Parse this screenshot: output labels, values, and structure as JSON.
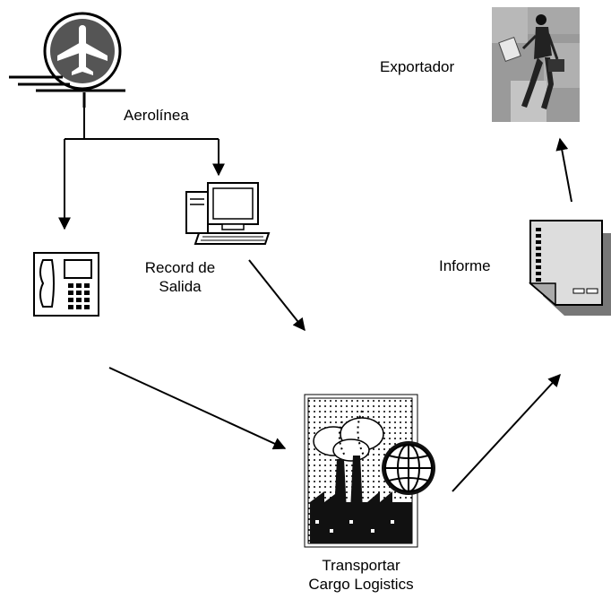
{
  "labels": {
    "airline": "Aerolínea",
    "exporter": "Exportador",
    "record_line1": "Record de",
    "record_line2": "Salida",
    "report": "Informe",
    "transport_line1": "Transportar",
    "transport_line2": "Cargo Logistics"
  },
  "icons": [
    "airplane-icon",
    "telephone-icon",
    "computer-icon",
    "factory-globe-icon",
    "report-document-icon",
    "businesswoman-icon"
  ],
  "colors": {
    "line": "#000000",
    "background": "#ffffff"
  }
}
